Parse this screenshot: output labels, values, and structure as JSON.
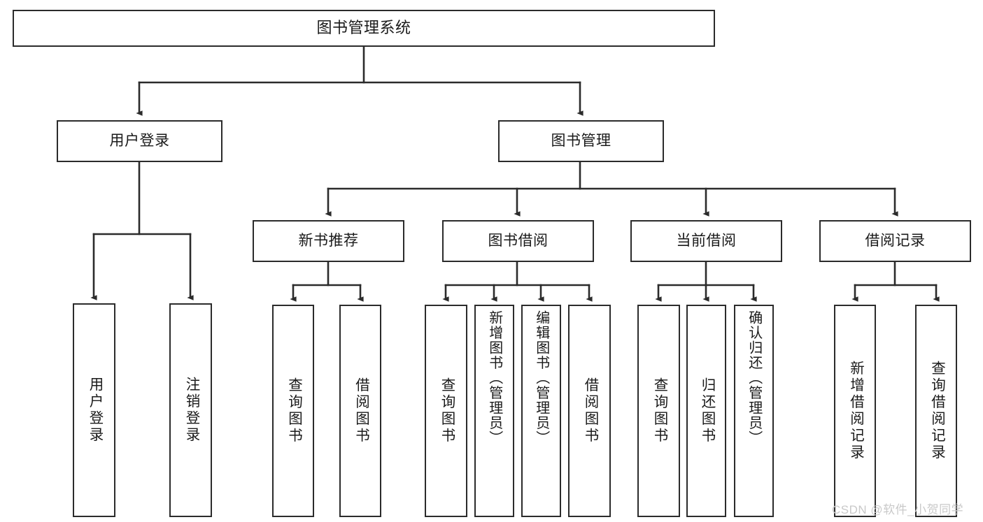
{
  "diagram": {
    "title": "图书管理系统",
    "type": "tree-hierarchy",
    "orientation": "top-down",
    "line_color": "#2b2b2b",
    "box_fill": "#ffffff",
    "text_color": "#1a1a1a",
    "nodes": {
      "root": {
        "label": "图书管理系统"
      },
      "level2": [
        {
          "id": "user-login",
          "label": "用户登录"
        },
        {
          "id": "book-manage",
          "label": "图书管理"
        }
      ],
      "level3": [
        {
          "id": "new-book-recommend",
          "label": "新书推荐"
        },
        {
          "id": "book-borrow",
          "label": "图书借阅"
        },
        {
          "id": "current-borrow",
          "label": "当前借阅"
        },
        {
          "id": "borrow-record",
          "label": "借阅记录"
        }
      ],
      "leaves": {
        "user_login": [
          {
            "id": "leaf-user-login",
            "label": "用户登录"
          },
          {
            "id": "leaf-logout-login",
            "label": "注销登录"
          }
        ],
        "new_book_recommend": [
          {
            "id": "leaf-query-book-1",
            "label": "查询图书"
          },
          {
            "id": "leaf-borrow-book-1",
            "label": "借阅图书"
          }
        ],
        "book_borrow": [
          {
            "id": "leaf-query-book-2",
            "label": "查询图书"
          },
          {
            "id": "leaf-add-book",
            "label": "新增图书（管理员）"
          },
          {
            "id": "leaf-edit-book",
            "label": "编辑图书（管理员）"
          },
          {
            "id": "leaf-borrow-book-2",
            "label": "借阅图书"
          }
        ],
        "current_borrow": [
          {
            "id": "leaf-query-book-3",
            "label": "查询图书"
          },
          {
            "id": "leaf-return-book",
            "label": "归还图书"
          },
          {
            "id": "leaf-confirm-return",
            "label": "确认归还（管理员）"
          }
        ],
        "borrow_record": [
          {
            "id": "leaf-add-record",
            "label": "新增借阅记录"
          },
          {
            "id": "leaf-query-record",
            "label": "查询借阅记录"
          }
        ]
      }
    }
  },
  "watermark": {
    "text": "CSDN @软件_小贺同学"
  }
}
